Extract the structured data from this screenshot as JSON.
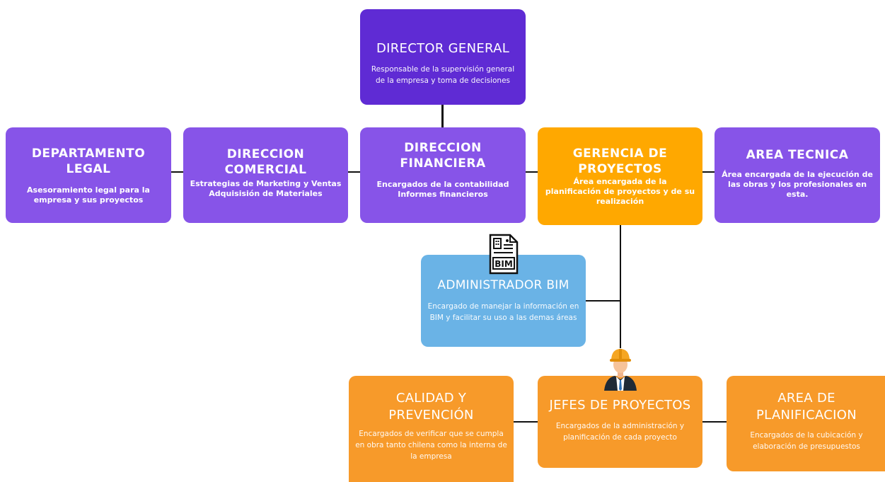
{
  "nodes": {
    "director_general": {
      "title": "DIRECTOR GENERAL",
      "desc": "Responsable de la supervisión general\nde la empresa y toma de decisiones"
    },
    "departamento_legal": {
      "title": "DEPARTAMENTO\nLEGAL",
      "desc": "Asesoramiento legal para la\nempresa y sus proyectos"
    },
    "direccion_comercial": {
      "title": "DIRECCION\nCOMERCIAL",
      "desc": "Estrategias de Marketing y Ventas\nAdquisisión de Materiales"
    },
    "direccion_financiera": {
      "title": "DIRECCION\nFINANCIERA",
      "desc": "Encargados de la contabilidad\nInformes financieros"
    },
    "gerencia_proyectos": {
      "title": "GERENCIA DE\nPROYECTOS",
      "desc": "Área encargada de la\nplanificación de proyectos y de su\nrealización"
    },
    "area_tecnica": {
      "title": "AREA TECNICA",
      "desc": "Área encargada de la ejecución de\nlas obras y los profesionales en\nesta."
    },
    "administrador_bim": {
      "title": "ADMINISTRADOR BIM",
      "desc": "Encargado de manejar la información en\nBIM y facilitar su uso a las demas áreas"
    },
    "calidad_prevencion": {
      "title": "CALIDAD Y\nPREVENCIÓN",
      "desc": "Encargados de verificar que se cumpla\nen obra tanto chilena como la interna de\nla empresa"
    },
    "jefes_proyectos": {
      "title": "JEFES DE PROYECTOS",
      "desc": "Encargados de la administración y\nplanificación de cada proyecto"
    },
    "area_planificacion": {
      "title": "AREA DE\nPLANIFICACION",
      "desc": "Encargados de la cubicación y\nelaboración de presupuestos"
    }
  },
  "bim_icon_label": "BIM",
  "colors": {
    "director": "#5f2bd4",
    "department": "#8754e8",
    "gerencia": "#ffa800",
    "bim": "#6ab3e6",
    "orange": "#f79a2a",
    "line": "#111111"
  },
  "icons": [
    "bim-document-icon",
    "engineer-helmet-icon"
  ]
}
